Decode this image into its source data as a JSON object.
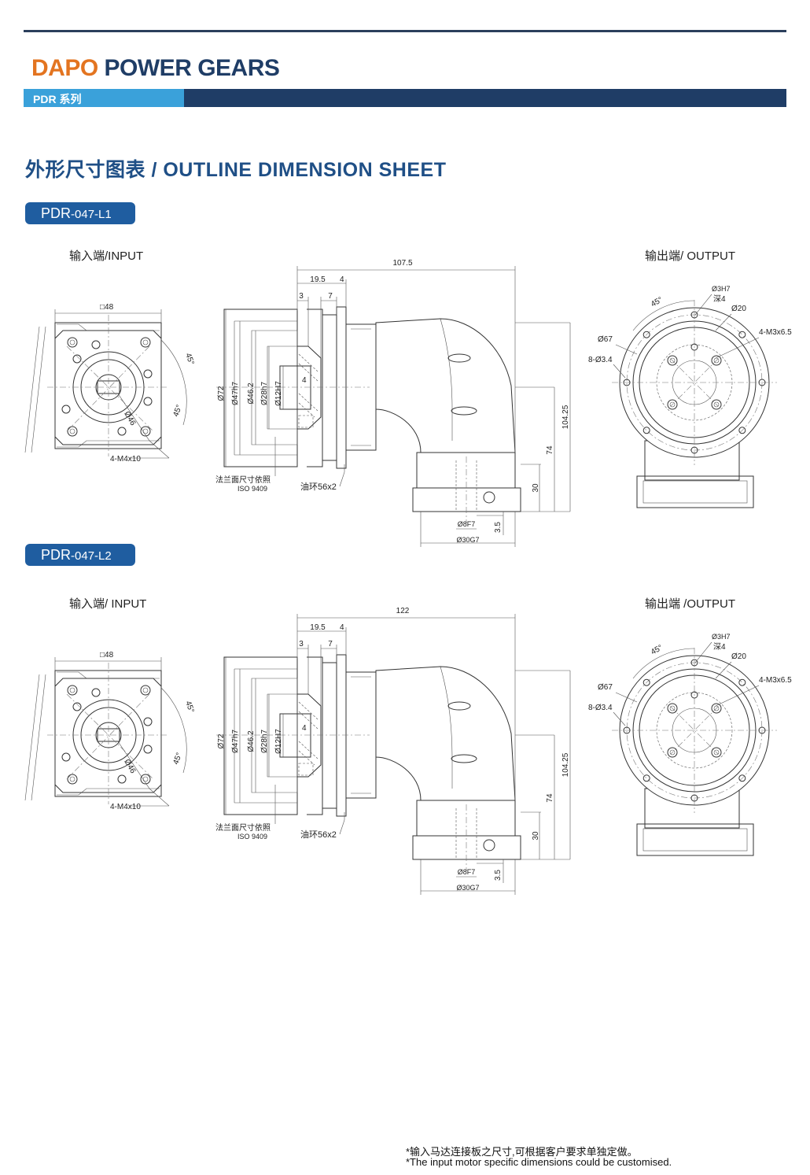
{
  "brand": {
    "part1": "DAPO",
    "part2": " POWER GEARS"
  },
  "series": "PDR 系列",
  "section_title": "外形尺寸图表 / OUTLINE DIMENSION SHEET",
  "models": [
    {
      "name_prefix": "PDR",
      "name_suffix": "-047-L1",
      "input_label": "输入端/INPUT",
      "output_label": "输出端/ OUTPUT",
      "dims": {
        "length": "107.5",
        "d19_5": "19.5",
        "d4": "4",
        "d3": "3",
        "d7": "7",
        "sq48": "□48",
        "deg45a": "45°",
        "deg45b": "45°",
        "d46": "Ø46",
        "m4x10": "4-M4x10",
        "d72": "Ø72",
        "d47": "Ø47h7",
        "d46_2": "Ø46.2",
        "d28": "Ø28h7",
        "d12": "Ø12H7",
        "k4": "4",
        "flange1": "法兰面尺寸依照",
        "flange2": "ISO 9409",
        "oilring": "油环56x2",
        "h104": "104.25",
        "h74": "74",
        "h30": "30",
        "h3_5": "3.5",
        "d8": "Ø8F7",
        "d30": "Ø30G7",
        "o45": "45°",
        "o3h7": "Ø3H7",
        "odeep": "深4",
        "o20": "Ø20",
        "om3": "4-M3x6.5",
        "o67": "Ø67",
        "o8_3": "8-Ø3.4"
      }
    },
    {
      "name_prefix": "PDR",
      "name_suffix": "-047-L2",
      "input_label": "输入端/ INPUT",
      "output_label": "输出端 /OUTPUT",
      "dims": {
        "length": "122",
        "d19_5": "19.5",
        "d4": "4",
        "d3": "3",
        "d7": "7",
        "sq48": "□48",
        "deg45a": "45°",
        "deg45b": "45°",
        "d46": "Ø46",
        "m4x10": "4-M4x10",
        "d72": "Ø72",
        "d47": "Ø47h7",
        "d46_2": "Ø46.2",
        "d28": "Ø28h7",
        "d12": "Ø12H7",
        "k4": "4",
        "flange1": "法兰面尺寸依照",
        "flange2": "ISO 9409",
        "oilring": "油环56x2",
        "h104": "104.25",
        "h74": "74",
        "h30": "30",
        "h3_5": "3.5",
        "d8": "Ø8F7",
        "d30": "Ø30G7",
        "o45": "45°",
        "o3h7": "Ø3H7",
        "odeep": "深4",
        "o20": "Ø20",
        "om3": "4-M3x6.5",
        "o67": "Ø67",
        "o8_3": "8-Ø3.4"
      }
    }
  ],
  "footnote": {
    "cn": "*输入马达连接板之尺寸,可根据客户要求单独定做。",
    "en": "*The input motor specific dimensions could be customised."
  },
  "colors": {
    "brand_orange": "#e37420",
    "brand_navy": "#1f3d66",
    "accent_blue": "#3aa1da",
    "pill_blue": "#1f5da0"
  }
}
